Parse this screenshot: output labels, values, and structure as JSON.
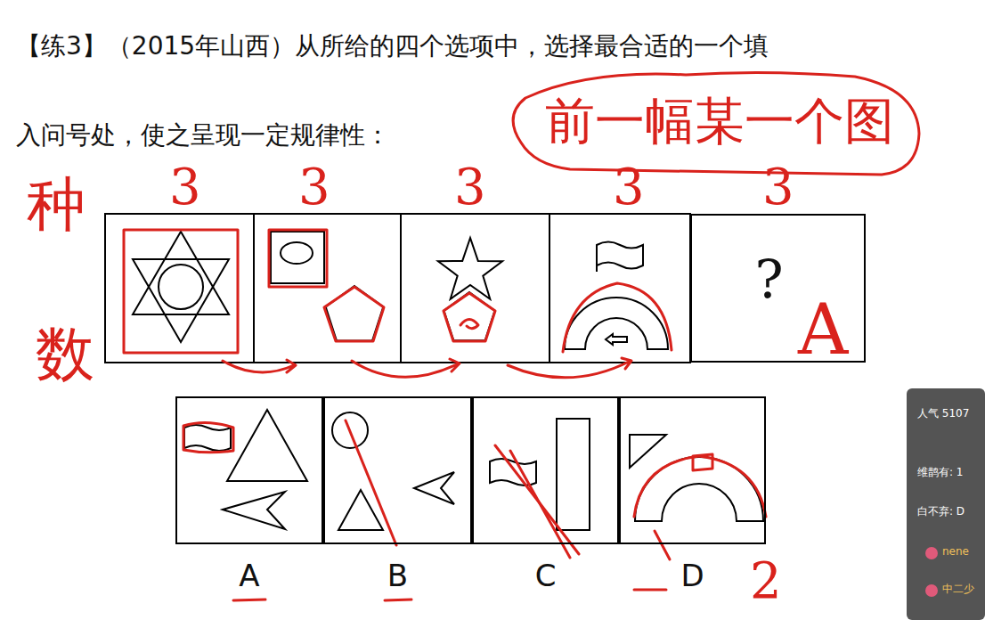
{
  "diagram": {
    "nodes": [
      {
        "text": [
          "?"
        ]
      },
      {
        "text": [
          "A"
        ]
      },
      {
        "text": [
          "B"
        ]
      },
      {
        "text": [
          "C"
        ]
      },
      {
        "text": [
          "D"
        ]
      }
    ],
    "labels": [
      "【练3】（2015年山西）从所给的四个选项中，选择最合适的一个填",
      "入问号处，使之呈现一定规律性：",
      "前一幅某一个图",
      "种",
      "数",
      "3",
      "3",
      "3",
      "3",
      "3",
      "A",
      "2",
      "人气 5107",
      "维鹊有: 1",
      "白不弃: D",
      "nene",
      "中二少"
    ]
  }
}
